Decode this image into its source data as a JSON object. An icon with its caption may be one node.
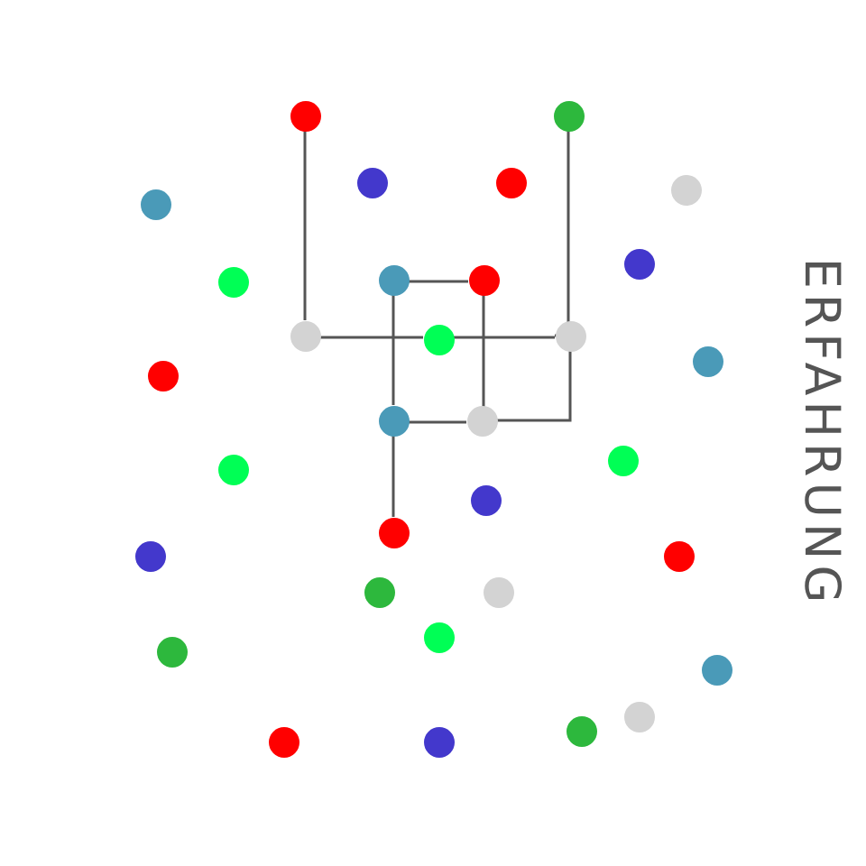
{
  "diagram": {
    "nodes": [
      {
        "text": [],
        "shape": "circle"
      },
      {
        "text": [],
        "shape": "circle"
      },
      {
        "text": [],
        "shape": "circle"
      },
      {
        "text": [],
        "shape": "circle"
      },
      {
        "text": [],
        "shape": "circle"
      },
      {
        "text": [],
        "shape": "circle"
      },
      {
        "text": [],
        "shape": "circle"
      },
      {
        "text": [],
        "shape": "circle"
      },
      {
        "text": [],
        "shape": "circle"
      },
      {
        "text": [],
        "shape": "circle"
      },
      {
        "text": [],
        "shape": "circle"
      },
      {
        "text": [],
        "shape": "circle"
      },
      {
        "text": [],
        "shape": "circle"
      },
      {
        "text": [],
        "shape": "circle"
      },
      {
        "text": [],
        "shape": "circle"
      },
      {
        "text": [],
        "shape": "circle"
      },
      {
        "text": [],
        "shape": "circle"
      },
      {
        "text": [],
        "shape": "circle"
      },
      {
        "text": [],
        "shape": "circle"
      },
      {
        "text": [],
        "shape": "circle"
      },
      {
        "text": [],
        "shape": "circle"
      },
      {
        "text": [],
        "shape": "circle"
      },
      {
        "text": [],
        "shape": "circle"
      },
      {
        "text": [],
        "shape": "circle"
      },
      {
        "text": [],
        "shape": "circle"
      },
      {
        "text": [],
        "shape": "circle"
      },
      {
        "text": [],
        "shape": "circle"
      },
      {
        "text": [],
        "shape": "circle"
      },
      {
        "text": [],
        "shape": "circle"
      },
      {
        "text": [],
        "shape": "circle"
      },
      {
        "text": [],
        "shape": "circle"
      },
      {
        "text": [],
        "shape": "circle"
      }
    ],
    "edges": [
      {
        "from": 0,
        "to": 10,
        "arrow": "none"
      },
      {
        "from": 10,
        "to": 11,
        "arrow": "none"
      },
      {
        "from": 11,
        "to": 12,
        "arrow": "none"
      },
      {
        "from": 1,
        "to": 12,
        "arrow": "none"
      },
      {
        "from": 12,
        "to": 16,
        "arrow": "none"
      },
      {
        "from": 16,
        "to": 15,
        "arrow": "none"
      },
      {
        "from": 8,
        "to": 9,
        "arrow": "none"
      },
      {
        "from": 9,
        "to": 16,
        "arrow": "none"
      },
      {
        "from": 8,
        "to": 15,
        "arrow": "none"
      },
      {
        "from": 15,
        "to": 20,
        "arrow": "none"
      }
    ],
    "labels": [
      "ERFAHRUNG"
    ]
  }
}
